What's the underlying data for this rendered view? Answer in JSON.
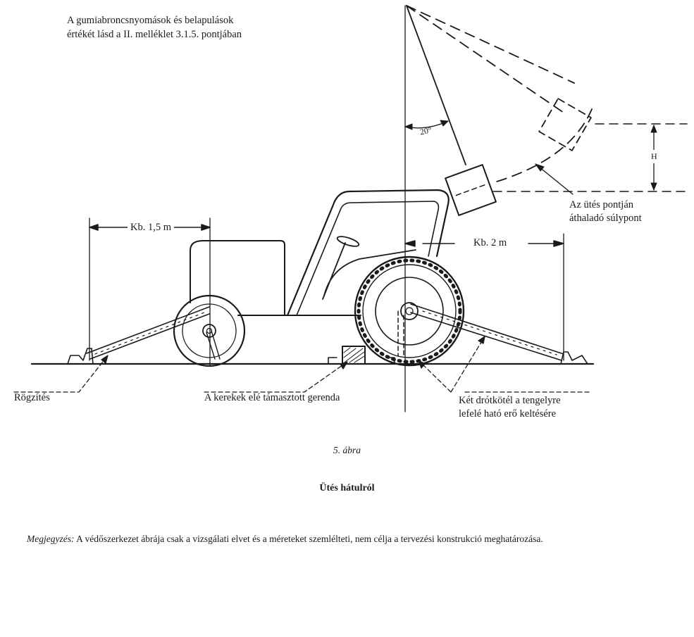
{
  "top_note": {
    "line1": "A gumiabroncsnyomások és belapulások",
    "line2": "értékét lásd a II. melléklet  3.1.5. pontjában"
  },
  "dimensions": {
    "front": "Kb. 1,5 m",
    "rear": "Kb. 2 m",
    "angle": "20°",
    "height": "H"
  },
  "labels": {
    "pivot_line1": "Az ütés pontján",
    "pivot_line2": "áthaladó súlypont",
    "anchor": "Rögzítés",
    "beam": "A kerekek elé támasztott gerenda",
    "cables_line1": "Két drótkötél a tengelyre",
    "cables_line2": "lefelé ható erő keltésére"
  },
  "figure_number": "5. ábra",
  "figure_title": "Ütés hátulról",
  "note": {
    "label": "Megjegyzés:",
    "text": " A védőszerkezet ábrája csak a vizsgálati elvet és a méreteket szemlélteti, nem célja a tervezési konstrukció meghatározása."
  }
}
